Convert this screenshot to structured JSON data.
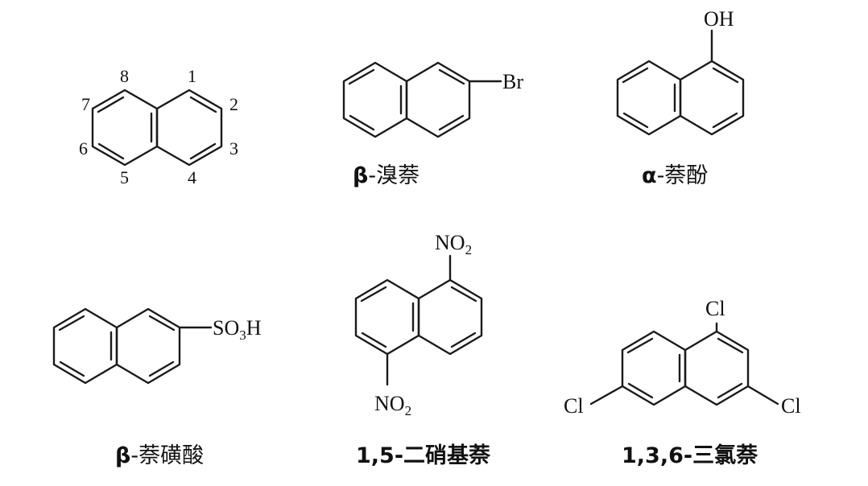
{
  "molecules": {
    "naphthalene": {
      "positions": [
        "1",
        "2",
        "3",
        "4",
        "5",
        "6",
        "7",
        "8"
      ]
    },
    "bromonaphthalene": {
      "substituent": "Br",
      "caption_greek": "β",
      "caption_text": "-溴萘"
    },
    "naphthol": {
      "substituent": "OH",
      "caption_greek": "α",
      "caption_text": "-萘酚"
    },
    "sulfonic_acid": {
      "substituent_main": "SO",
      "substituent_sub": "3",
      "substituent_tail": "H",
      "caption_greek": "β",
      "caption_text": "-萘磺酸"
    },
    "dinitro": {
      "nitro_main": "NO",
      "nitro_sub": "2",
      "caption": "1,5-二硝基萘"
    },
    "trichloro": {
      "chlorine": "Cl",
      "caption": "1,3,6-三氯萘"
    }
  }
}
